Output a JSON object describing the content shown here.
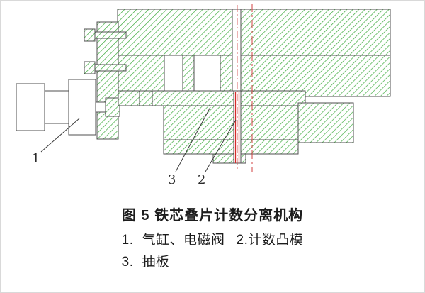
{
  "figure": {
    "caption": "图 5 铁芯叠片计数分离机构"
  },
  "legend": {
    "item1": {
      "num": "1.",
      "label": "气缸、电磁阀"
    },
    "item2": {
      "num": "2.",
      "label": "计数凸模"
    },
    "item3": {
      "num": "3.",
      "label": "抽板"
    }
  },
  "callouts": {
    "c1": "1",
    "c2": "2",
    "c3": "3"
  },
  "colors": {
    "hatch_green": "#3cab3c",
    "outline_gray": "#4f4f4f",
    "centerline_red": "#d04040",
    "punch_red": "#d42a2a",
    "background": "#ffffff"
  }
}
